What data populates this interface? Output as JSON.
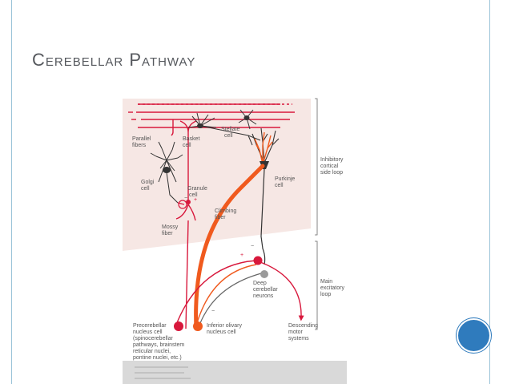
{
  "slide": {
    "title": "Cerebellar Pathway"
  },
  "diagram": {
    "labels": {
      "parallel_fibers": [
        "Parallel",
        "fibers"
      ],
      "basket_cell": [
        "Basket",
        "cell"
      ],
      "stellate_cell": [
        "Stellate",
        "cell"
      ],
      "golgi_cell": [
        "Golgi",
        "cell"
      ],
      "granule_cell": [
        "Granule",
        "cell"
      ],
      "purkinje_cell": [
        "Purkinje",
        "cell"
      ],
      "climbing_fiber": [
        "Climbing",
        "fiber"
      ],
      "mossy_fiber": [
        "Mossy",
        "fiber"
      ],
      "deep_cerebellar_neurons": [
        "Deep",
        "cerebellar",
        "neurons"
      ],
      "inhibitory_loop": [
        "Inhibitory",
        "cortical",
        "side loop"
      ],
      "excitatory_loop": [
        "Main",
        "excitatory",
        "loop"
      ],
      "precerebellar": [
        "Precerebellar",
        "nucleus cell",
        "(spinocerebellar",
        "pathways, brainstem",
        "reticular nuclei,",
        "pontine nuclei, etc.)"
      ],
      "inferior_olivary": [
        "Inferior olivary",
        "nucleus cell"
      ],
      "descending": [
        "Descending",
        "motor",
        "systems"
      ]
    },
    "signs": {
      "plus": "+",
      "minus": "−"
    },
    "colors": {
      "cortex_bg": "#f6e7e4",
      "fiber_red": "#d8183c",
      "climbing_orange": "#f05a1e",
      "neuron_dark": "#333333",
      "deep_gray": "#9a9a9a",
      "caption_gray": "#c8c8c8"
    }
  }
}
